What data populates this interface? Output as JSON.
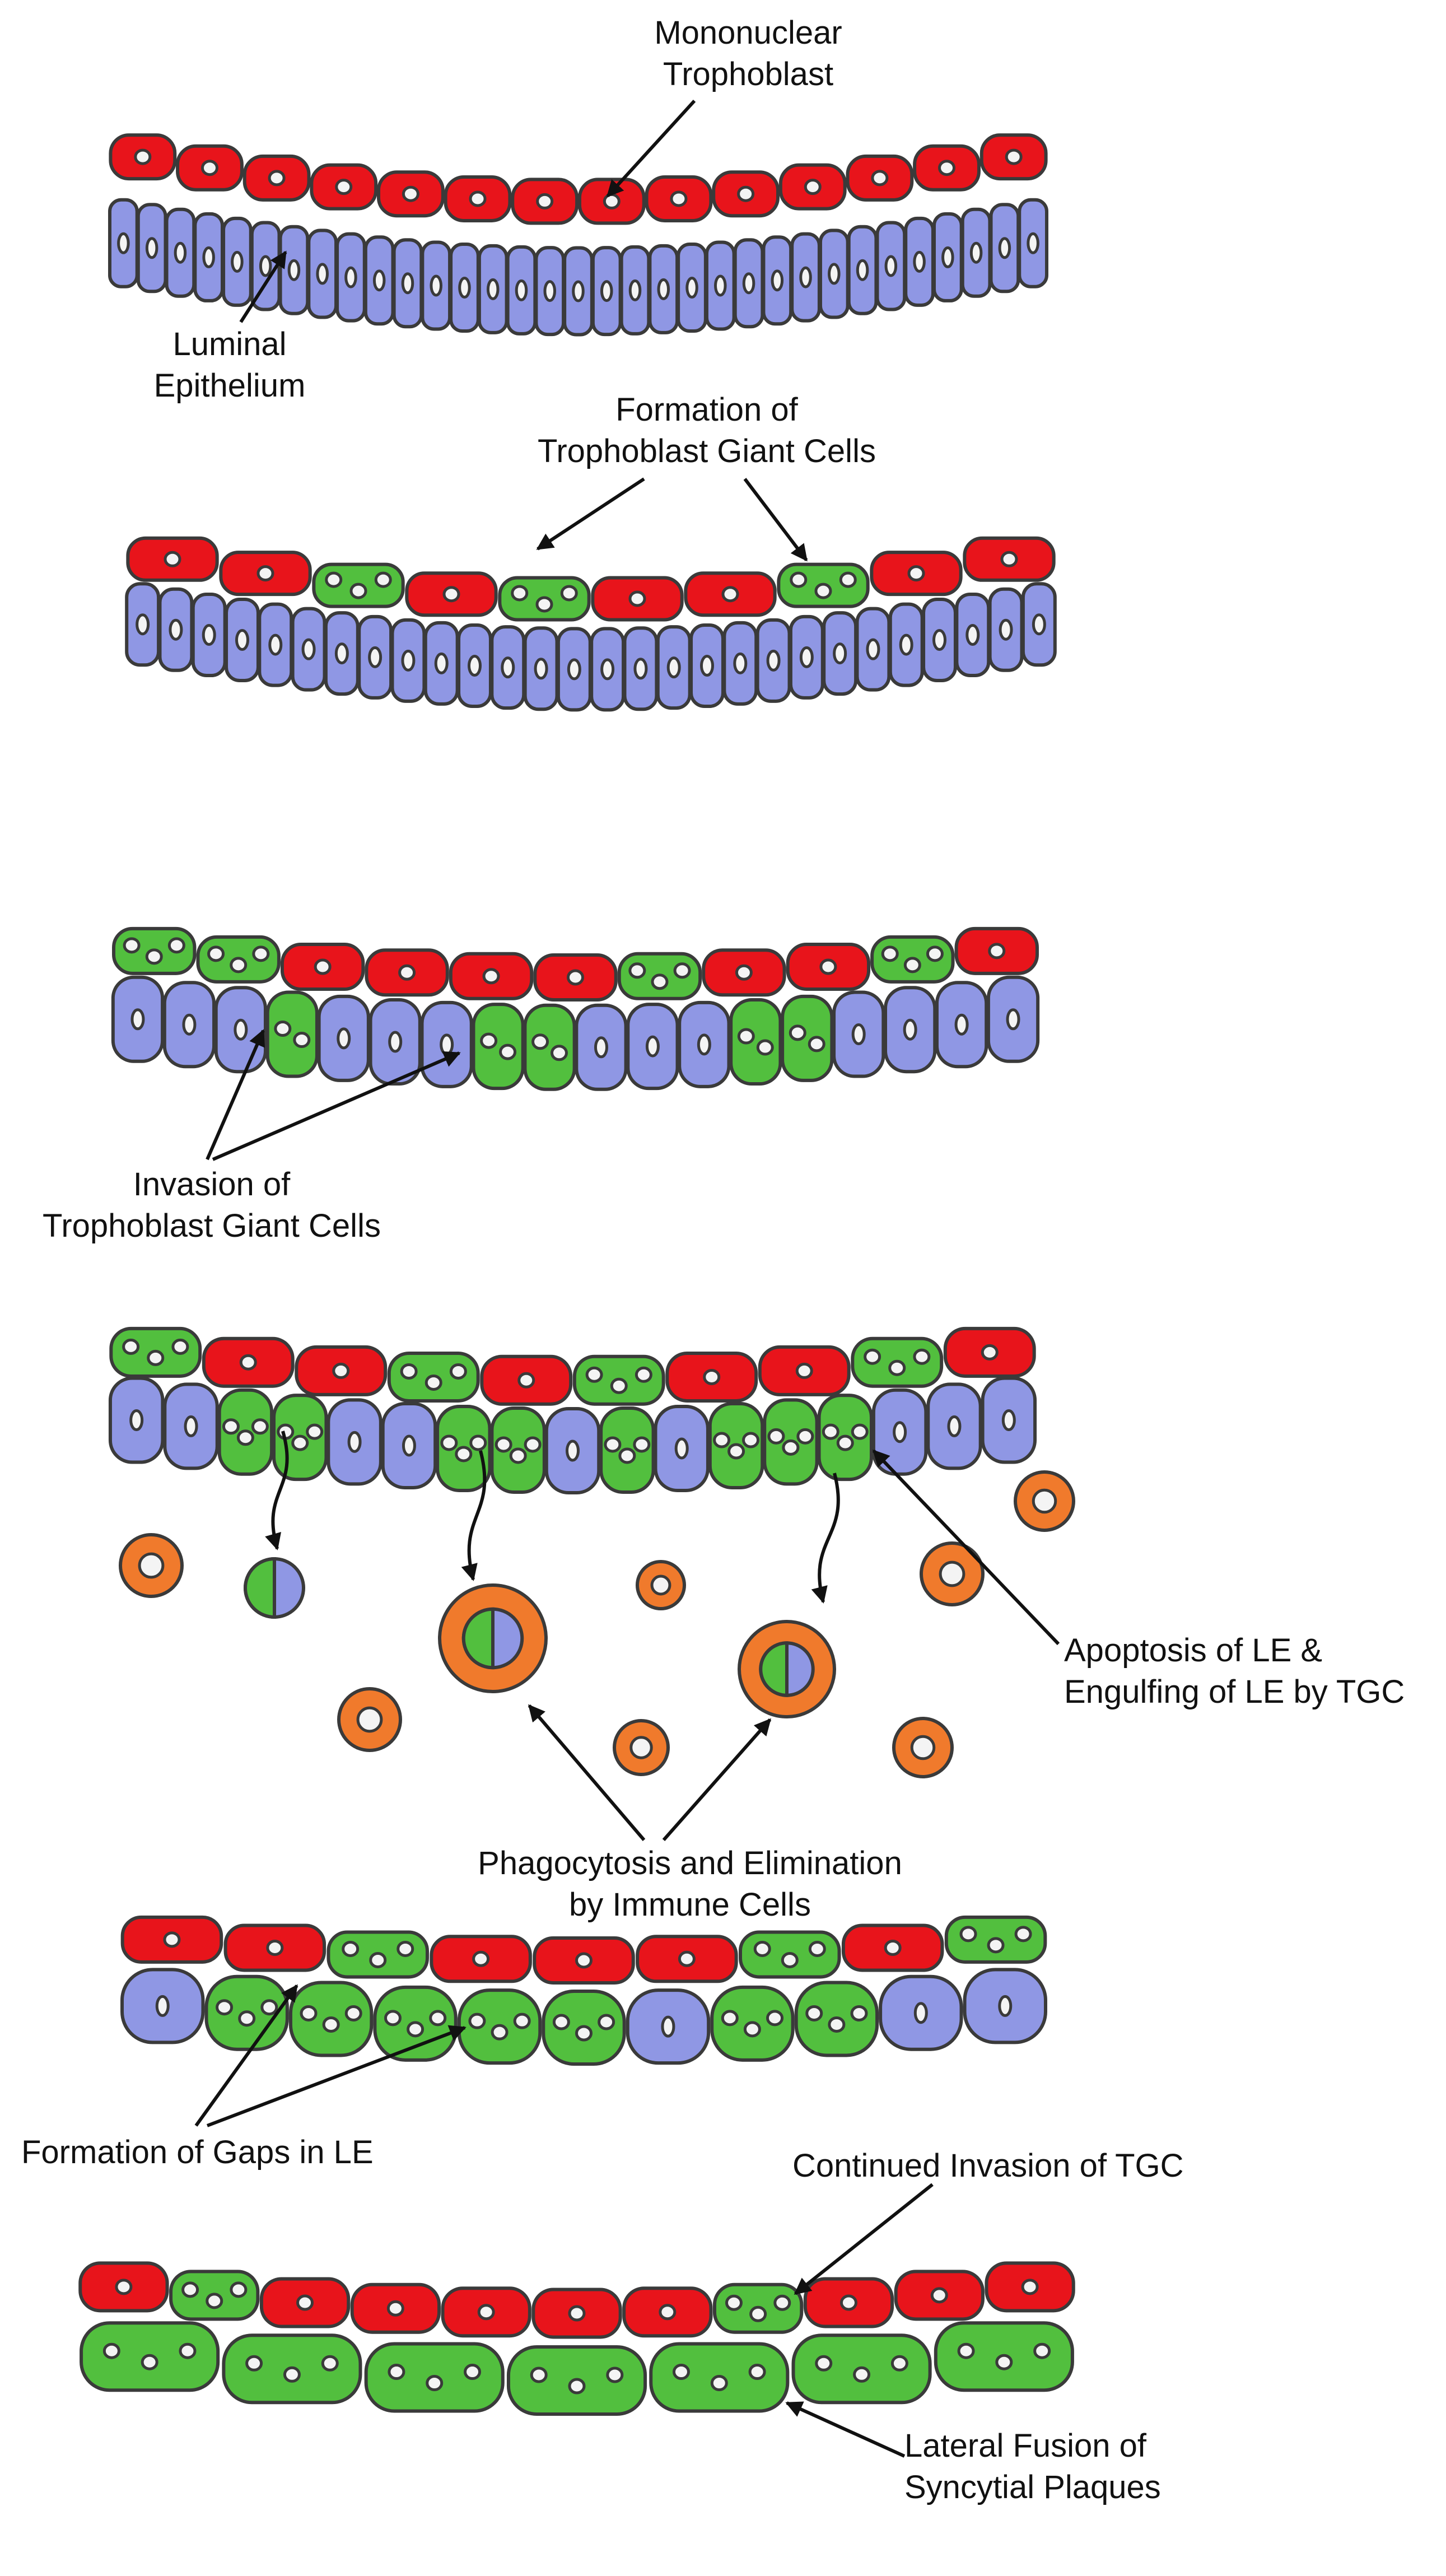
{
  "labels": {
    "mononuclear_trophoblast": [
      "Mononuclear",
      "Trophoblast"
    ],
    "luminal_epithelium": [
      "Luminal",
      "Epithelium"
    ],
    "formation_tgc": [
      "Formation of",
      "Trophoblast Giant Cells"
    ],
    "invasion_tgc": [
      "Invasion of",
      "Trophoblast Giant Cells"
    ],
    "apoptosis": [
      "Apoptosis of LE &",
      "Engulfing of LE by TGC"
    ],
    "phagocytosis": [
      "Phagocytosis and Elimination",
      "by Immune Cells"
    ],
    "gaps": [
      "Formation of Gaps in LE"
    ],
    "continued_invasion": [
      "Continued Invasion of TGC"
    ],
    "lateral_fusion": [
      "Lateral Fusion of",
      "Syncytial Plaques"
    ]
  },
  "colors": {
    "trophoblast_red": "#e8141b",
    "epithelium_blue": "#8f97e4",
    "giant_cell_green": "#52bf3e",
    "immune_orange": "#f07a2c",
    "outline": "#3a3a3a",
    "nucleus": "#f4f4f4"
  },
  "panels": [
    {
      "name": "panel-1",
      "top": [
        "red",
        "red",
        "red",
        "red",
        "red",
        "red",
        "red",
        "red",
        "red",
        "red",
        "red",
        "red",
        "red",
        "red"
      ],
      "bottom": [
        "blue",
        "blue",
        "blue",
        "blue",
        "blue",
        "blue",
        "blue",
        "blue",
        "blue",
        "blue",
        "blue",
        "blue",
        "blue",
        "blue",
        "blue",
        "blue",
        "blue",
        "blue",
        "blue",
        "blue",
        "blue",
        "blue",
        "blue",
        "blue",
        "blue",
        "blue",
        "blue",
        "blue",
        "blue",
        "blue",
        "blue",
        "blue",
        "blue"
      ]
    },
    {
      "name": "panel-2",
      "top": [
        "red",
        "red",
        "green",
        "red",
        "green",
        "red",
        "red",
        "green",
        "red",
        "red"
      ],
      "bottom": [
        "blue",
        "blue",
        "blue",
        "blue",
        "blue",
        "blue",
        "blue",
        "blue",
        "blue",
        "blue",
        "blue",
        "blue",
        "blue",
        "blue",
        "blue",
        "blue",
        "blue",
        "blue",
        "blue",
        "blue",
        "blue",
        "blue",
        "blue",
        "blue",
        "blue",
        "blue",
        "blue",
        "blue"
      ]
    },
    {
      "name": "panel-3",
      "top": [
        "green",
        "green",
        "red",
        "red",
        "red",
        "red",
        "green",
        "red",
        "red",
        "green",
        "red"
      ],
      "bottom": [
        "blue",
        "blue",
        "blue",
        "green",
        "blue",
        "blue",
        "blue",
        "green",
        "green",
        "blue",
        "blue",
        "blue",
        "green",
        "green",
        "blue",
        "blue",
        "blue",
        "blue"
      ]
    },
    {
      "name": "panel-4",
      "top": [
        "green",
        "red",
        "red",
        "green",
        "red",
        "green",
        "red",
        "red",
        "green",
        "red"
      ],
      "bottom": [
        "blue",
        "blue",
        "green",
        "green",
        "blue",
        "blue",
        "green",
        "green",
        "blue",
        "green",
        "blue",
        "green",
        "green",
        "green",
        "blue",
        "blue",
        "blue"
      ]
    },
    {
      "name": "panel-5",
      "top": [
        "red",
        "red",
        "green",
        "red",
        "red",
        "red",
        "green",
        "red",
        "green"
      ],
      "bottom": [
        "blue",
        "green",
        "green",
        "green",
        "green",
        "green",
        "blue",
        "green",
        "green",
        "blue",
        "blue"
      ]
    },
    {
      "name": "panel-6",
      "top": [
        "red",
        "green",
        "red",
        "red",
        "red",
        "red",
        "red",
        "green",
        "red",
        "red",
        "red"
      ],
      "bottom": [
        "green",
        "green",
        "green",
        "green",
        "green",
        "green",
        "green"
      ]
    }
  ]
}
